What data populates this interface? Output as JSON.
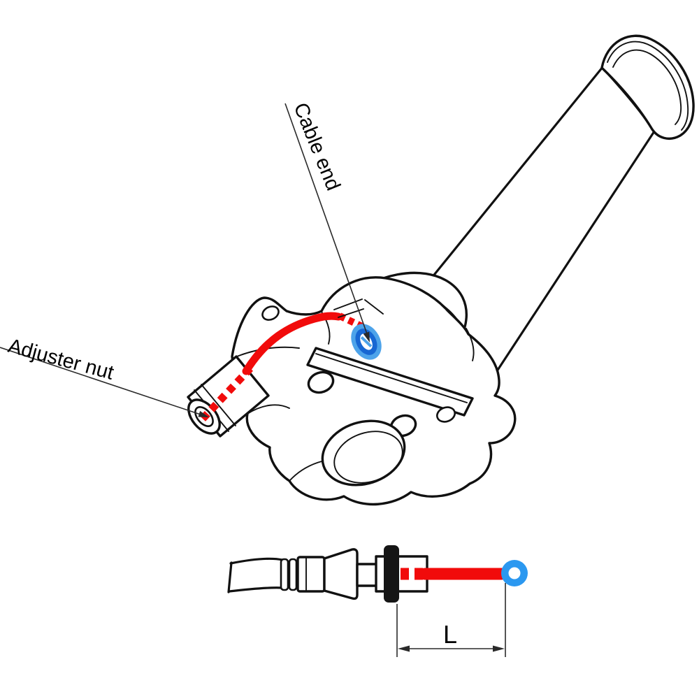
{
  "diagram": {
    "title": "throttle-cable-assembly-diagram",
    "labels": {
      "cable_end": "Cable end",
      "adjuster_nut": "Adjuster nut"
    },
    "detail_view": {
      "dimension_label": "L"
    },
    "colors": {
      "cable": "#f10b0b",
      "cable_end_outer": "#4da3ea",
      "cable_end_ring": "#1767d3",
      "cable_end_detail_blue": "#2b98f0",
      "outline": "#111111",
      "dimension": "#2a2a2a"
    }
  }
}
